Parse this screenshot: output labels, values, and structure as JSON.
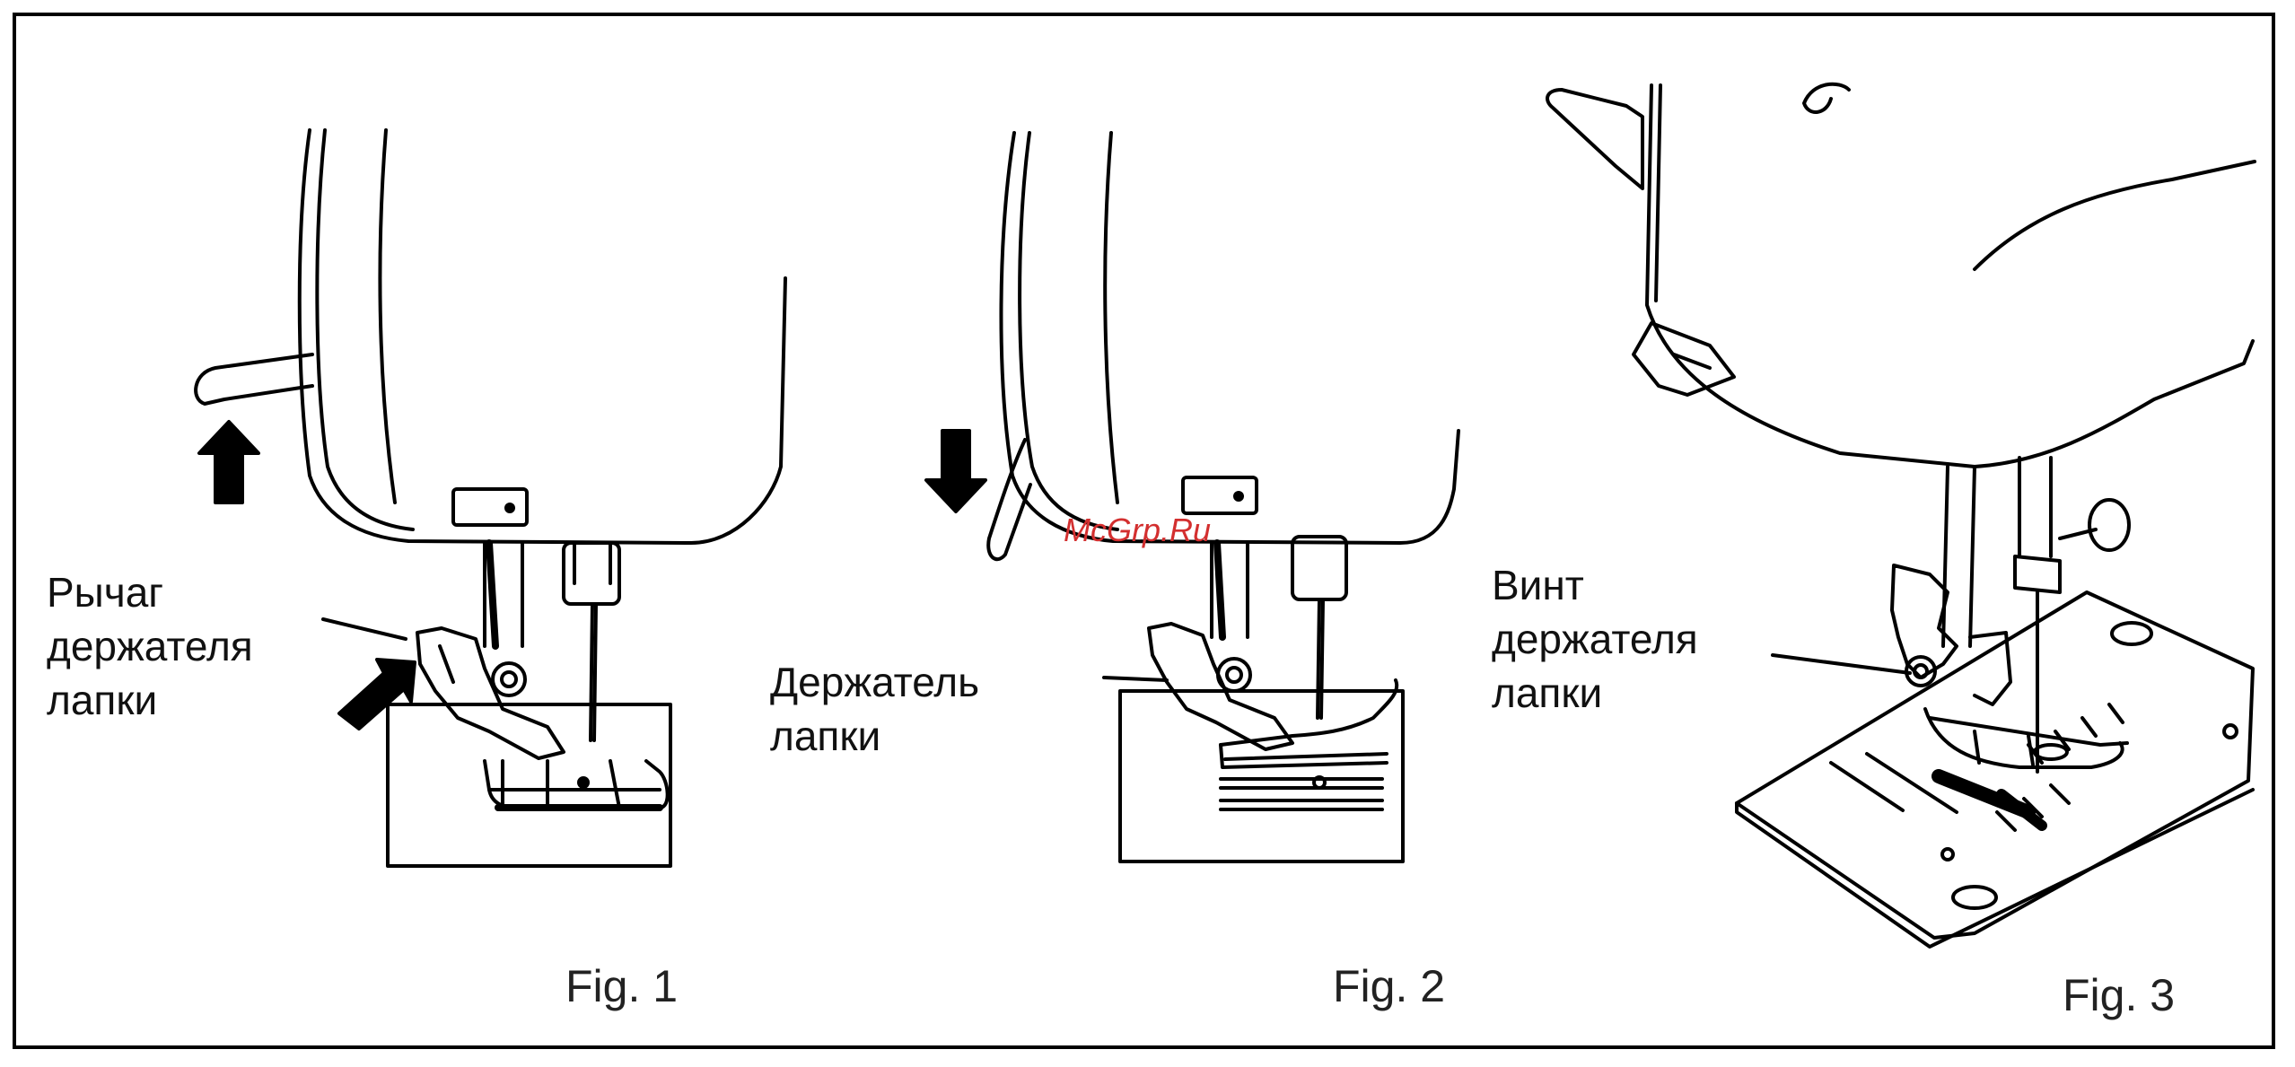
{
  "figures": [
    {
      "caption": "Fig. 1",
      "callout": [
        "Рычаг",
        "держателя",
        "лапки"
      ]
    },
    {
      "caption": "Fig. 2",
      "callout": [
        "Держатель",
        "лапки"
      ]
    },
    {
      "caption": "Fig. 3",
      "callout": [
        "Винт",
        "держателя",
        "лапки"
      ]
    }
  ],
  "watermark": {
    "text": "McGrp.Ru",
    "color": "#d32f2f"
  }
}
